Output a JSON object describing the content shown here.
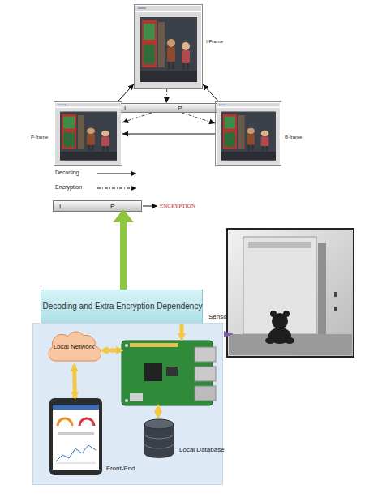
{
  "diagram": {
    "nodes": [
      {
        "text": [
          "I-Frame"
        ]
      },
      {
        "text": [
          "I",
          "P"
        ]
      },
      {
        "text": [
          "P-frame"
        ]
      },
      {
        "text": [
          "B-frame"
        ]
      },
      {
        "text": [
          "I",
          "P"
        ]
      },
      {
        "text": [
          "Decoding and Extra Encryption Dependency"
        ]
      },
      {
        "text": [
          "Sensor"
        ]
      },
      {
        "text": [
          "Local Network"
        ],
        "in": 6
      },
      {
        "text": [
          "Front-End"
        ],
        "in": 6
      },
      {
        "text": [
          "Local Database"
        ],
        "in": 6
      }
    ],
    "edges": [
      {
        "from": 2,
        "to": 0,
        "arrow": "to"
      },
      {
        "from": 3,
        "to": 0,
        "arrow": "to"
      },
      {
        "from": 3,
        "to": 2,
        "arrow": "to"
      },
      {
        "from": 0,
        "to": 1,
        "arrow": "to"
      },
      {
        "from": 1,
        "to": 2,
        "arrow": "to"
      },
      {
        "from": 1,
        "to": 3,
        "arrow": "to"
      },
      {
        "from": 7,
        "to": 8,
        "arrow": "both"
      }
    ],
    "labels": [
      "ENCRYPTION"
    ],
    "legend": [
      {
        "text": "Decoding"
      },
      {
        "text": "Encryption"
      }
    ]
  }
}
